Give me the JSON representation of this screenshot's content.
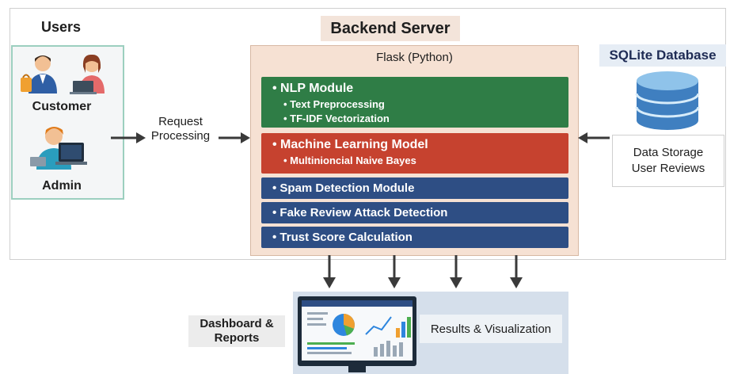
{
  "users": {
    "title": "Users",
    "customer_label": "Customer",
    "admin_label": "Admin"
  },
  "request_label_line1": "Request",
  "request_label_line2": "Processing",
  "backend": {
    "title": "Backend Server",
    "framework": "Flask (Python)",
    "nlp_module": {
      "title": "• NLP Module",
      "items": [
        "• Text Preprocessing",
        "• TF-IDF Vectorization"
      ]
    },
    "ml_model": {
      "title": "• Machine Learning Model",
      "items": [
        "• Multinioncial Naive Bayes"
      ]
    },
    "modules": [
      "• Spam Detection Module",
      "• Fake Review Attack Detection",
      "• Trust Score Calculation"
    ]
  },
  "database": {
    "title": "SQLite Database",
    "line1": "Data Storage",
    "line2": "User Reviews"
  },
  "dashboard": {
    "label_line1": "Dashboard &",
    "label_line2": "Reports",
    "results_label": "Results & Visualization"
  },
  "colors": {
    "nlp": "#2f7d46",
    "ml": "#c6422f",
    "module_blue": "#2e4e84",
    "backend_bg": "#f6e1d3"
  },
  "icons": [
    "customer-icon",
    "admin-icon",
    "database-icon",
    "monitor-icon",
    "arrow-right-icon",
    "arrow-left-icon",
    "arrow-down-icon"
  ]
}
